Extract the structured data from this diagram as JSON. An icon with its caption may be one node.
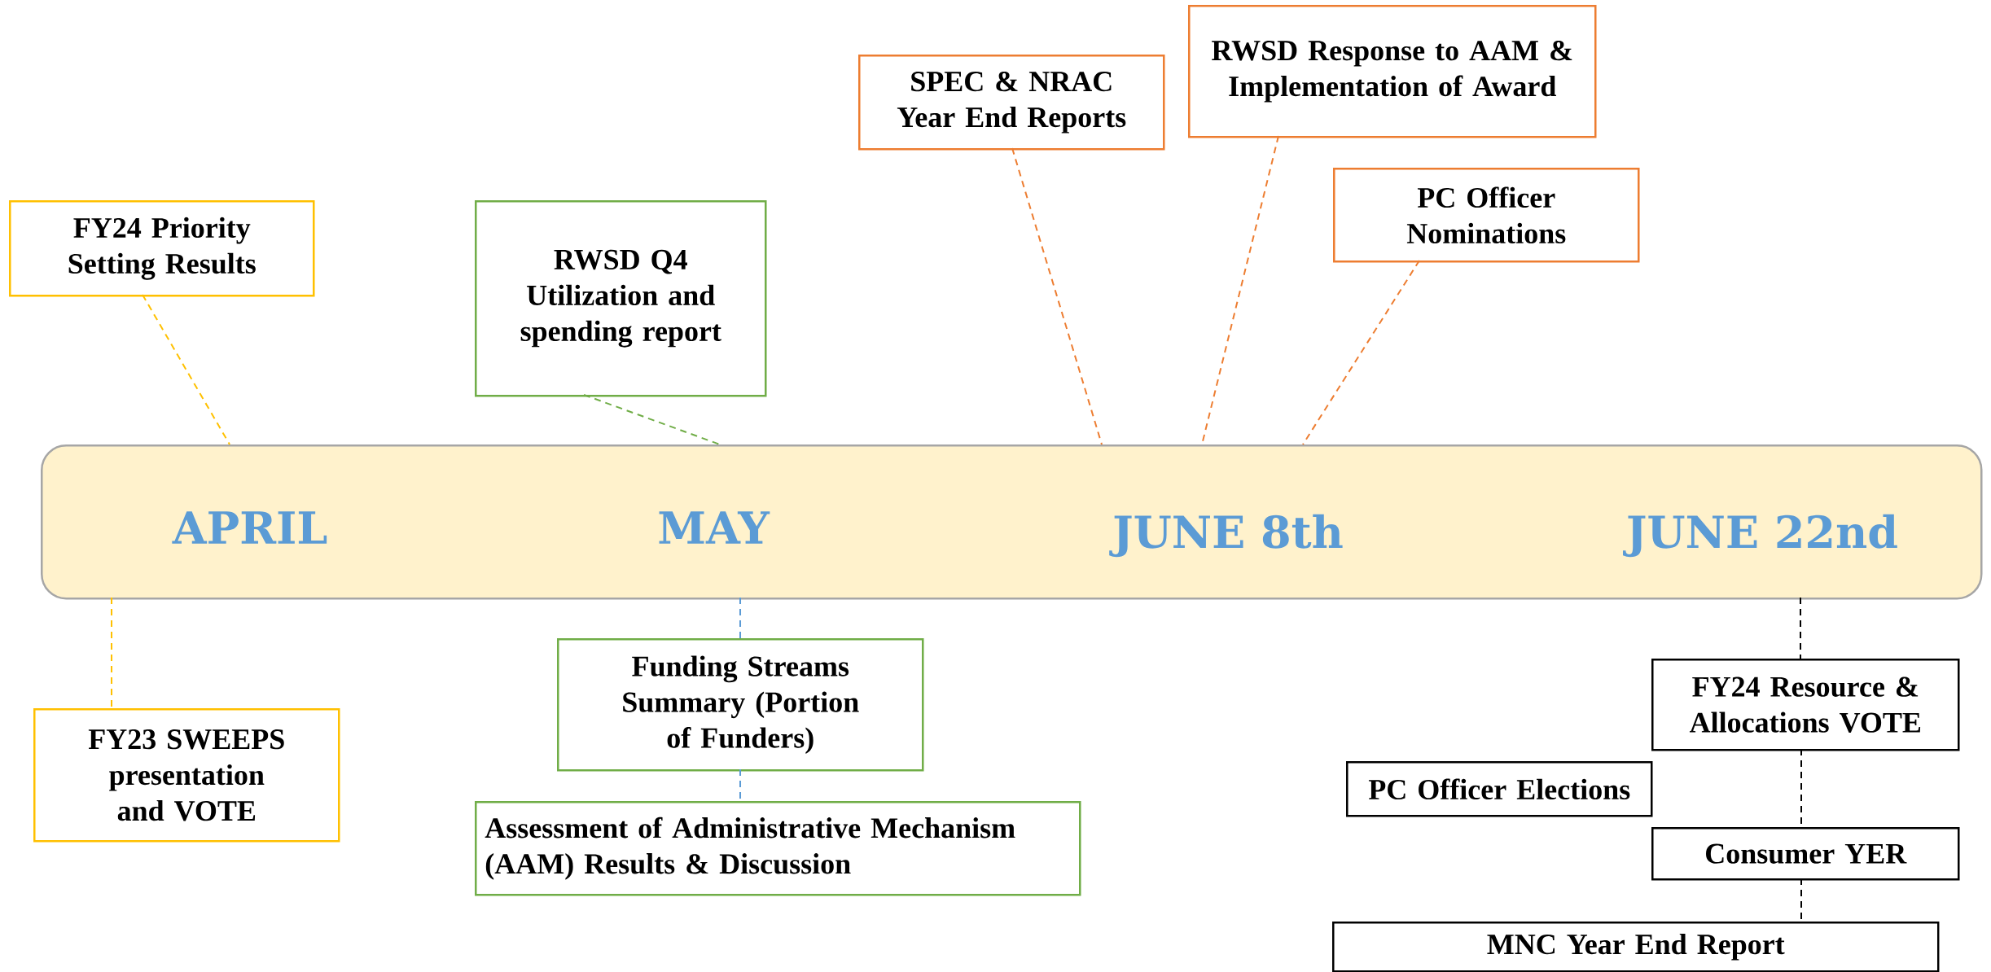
{
  "diagram": {
    "nodes": [
      {
        "text": [
          "FY24 Priority Setting Results"
        ]
      },
      {
        "text": [
          "RWSD Q4 Utilization and spending report"
        ]
      },
      {
        "text": [
          "SPEC & NRAC Year End Reports"
        ]
      },
      {
        "text": [
          "RWSD Response to AAM & Implementation of Award"
        ]
      },
      {
        "text": [
          "PC Officer Nominations"
        ]
      },
      {
        "text": [
          "APRIL",
          "MAY",
          "JUNE 8th",
          "JUNE 22nd"
        ]
      },
      {
        "text": [
          "FY23 SWEEPS presentation and VOTE"
        ]
      },
      {
        "text": [
          "Funding Streams Summary (Portion of Funders)"
        ]
      },
      {
        "text": [
          "Assessment of Administrative Mechanism (AAM) Results & Discussion"
        ]
      },
      {
        "text": [
          "FY24 Resource & Allocations VOTE"
        ]
      },
      {
        "text": [
          "PC Officer Elections"
        ]
      },
      {
        "text": [
          "Consumer YER"
        ]
      },
      {
        "text": [
          "MNC Year End Report"
        ]
      }
    ],
    "edges": [
      {
        "from": 0,
        "to": 5,
        "arrow": "none",
        "style": "dashed",
        "color": "#ffc000"
      },
      {
        "from": 1,
        "to": 5,
        "arrow": "none",
        "style": "dashed",
        "color": "#70ad47"
      },
      {
        "from": 2,
        "to": 5,
        "arrow": "none",
        "style": "dashed",
        "color": "#ed7d31"
      },
      {
        "from": 3,
        "to": 5,
        "arrow": "none",
        "style": "dashed",
        "color": "#ed7d31"
      },
      {
        "from": 4,
        "to": 5,
        "arrow": "none",
        "style": "dashed",
        "color": "#ed7d31"
      },
      {
        "from": 5,
        "to": 6,
        "arrow": "none",
        "style": "dashed",
        "color": "#ffc000"
      },
      {
        "from": 5,
        "to": 7,
        "arrow": "none",
        "style": "dashed",
        "color": "#5b9bd5"
      },
      {
        "from": 7,
        "to": 8,
        "arrow": "none",
        "style": "dashed",
        "color": "#5b9bd5"
      },
      {
        "from": 5,
        "to": 9,
        "arrow": "none",
        "style": "dashed",
        "color": "#000000"
      },
      {
        "from": 9,
        "to": 11,
        "arrow": "none",
        "style": "dashed",
        "color": "#000000"
      },
      {
        "from": 11,
        "to": 12,
        "arrow": "none",
        "style": "dashed",
        "color": "#000000"
      }
    ]
  }
}
